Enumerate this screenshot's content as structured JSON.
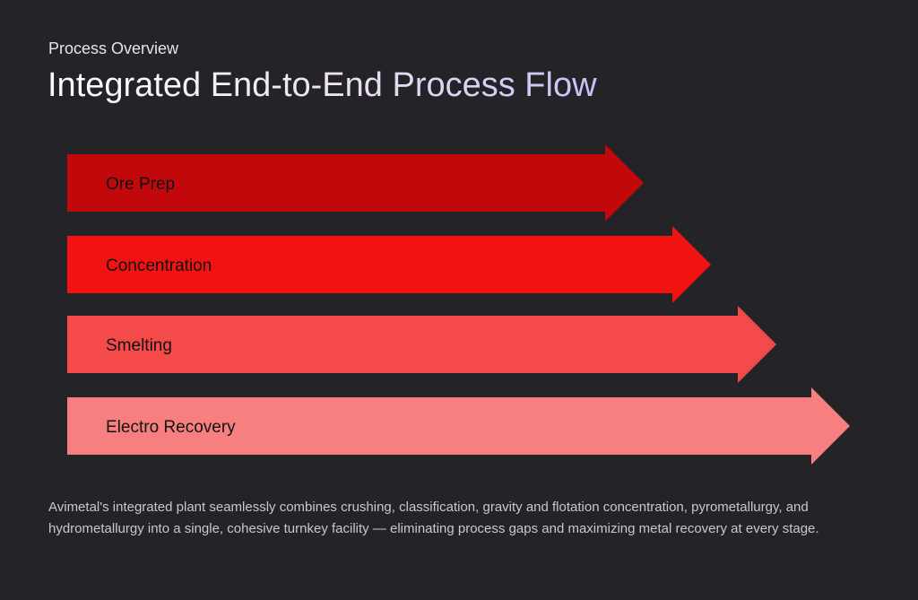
{
  "header": {
    "eyebrow": "Process Overview",
    "title": "Integrated End-to-End Process Flow"
  },
  "steps": [
    {
      "label": "Ore Prep",
      "color": "#c2080b"
    },
    {
      "label": "Concentration",
      "color": "#f31212"
    },
    {
      "label": "Smelting",
      "color": "#f54a4a"
    },
    {
      "label": "Electro Recovery",
      "color": "#f87f7f"
    }
  ],
  "description": "Avimetal's integrated plant seamlessly combines crushing, classification, gravity and flotation concentration, pyrometallurgy, and hydrometallurgy into a single, cohesive turnkey facility — eliminating process gaps and maximizing metal recovery at every stage."
}
